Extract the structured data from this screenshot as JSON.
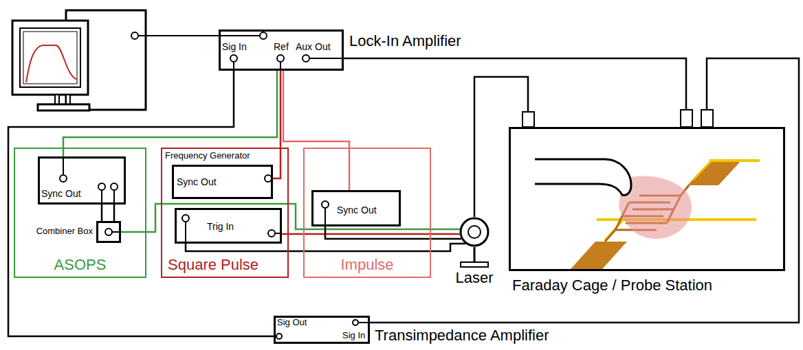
{
  "diagram": {
    "nodes": [
      {
        "text": [
          "Sig In",
          "Ref",
          "Aux Out",
          "Lock-In Amplifier"
        ]
      },
      {
        "text": [
          "ASOPS"
        ]
      },
      {
        "text": [
          "Sync Out"
        ],
        "in": 1
      },
      {
        "text": [
          "Combiner Box"
        ],
        "in": 1
      },
      {
        "text": [
          "Frequency Generator",
          "Square Pulse"
        ]
      },
      {
        "text": [
          "Sync Out"
        ],
        "in": 4
      },
      {
        "text": [
          "Trig In"
        ],
        "in": 4
      },
      {
        "text": [
          "Impulse"
        ]
      },
      {
        "text": [
          "Sync Out"
        ],
        "in": 7
      },
      {
        "text": [
          "Laser"
        ]
      },
      {
        "text": [
          "Faraday Cage / Probe Station"
        ]
      },
      {
        "text": [
          "Sig Out",
          "Sig In",
          "Transimpedance Amplifier"
        ]
      }
    ],
    "edges": [
      {
        "from": 0,
        "to": 11,
        "arrow": "none"
      },
      {
        "from": 0,
        "to": 2,
        "arrow": "none"
      },
      {
        "from": 0,
        "to": 5,
        "arrow": "none"
      },
      {
        "from": 0,
        "to": 8,
        "arrow": "none"
      },
      {
        "from": 2,
        "to": 3,
        "arrow": "none"
      },
      {
        "from": 2,
        "to": 3,
        "arrow": "none"
      },
      {
        "from": 3,
        "to": 9,
        "arrow": "none"
      },
      {
        "from": 6,
        "to": 9,
        "arrow": "none"
      },
      {
        "from": 6,
        "to": 9,
        "arrow": "none"
      },
      {
        "from": 8,
        "to": 9,
        "arrow": "none"
      },
      {
        "from": 9,
        "to": 10,
        "arrow": "none"
      },
      {
        "from": 0,
        "to": 10,
        "arrow": "none"
      },
      {
        "from": 11,
        "to": 10,
        "arrow": "none"
      }
    ]
  }
}
